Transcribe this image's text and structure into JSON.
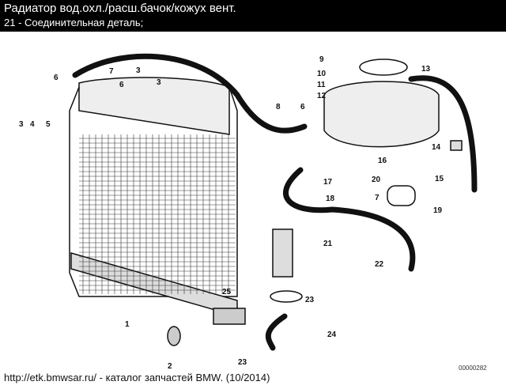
{
  "header": {
    "title": "Радиатор вод.охл./расш.бачок/кожух вент.",
    "subtitle": "21 - Соединительная деталь;"
  },
  "footer": {
    "text": "http://etk.bmwsar.ru/ - каталог запчастей BMW. (10/2014)",
    "diagram_code": "00000282"
  },
  "callouts": [
    "1",
    "2",
    "3",
    "4",
    "5",
    "6",
    "7",
    "3",
    "3",
    "6",
    "8",
    "6",
    "9",
    "10",
    "11",
    "12",
    "13",
    "14",
    "15",
    "16",
    "17",
    "18",
    "20",
    "7",
    "19",
    "21",
    "22",
    "25",
    "23",
    "23",
    "24"
  ]
}
